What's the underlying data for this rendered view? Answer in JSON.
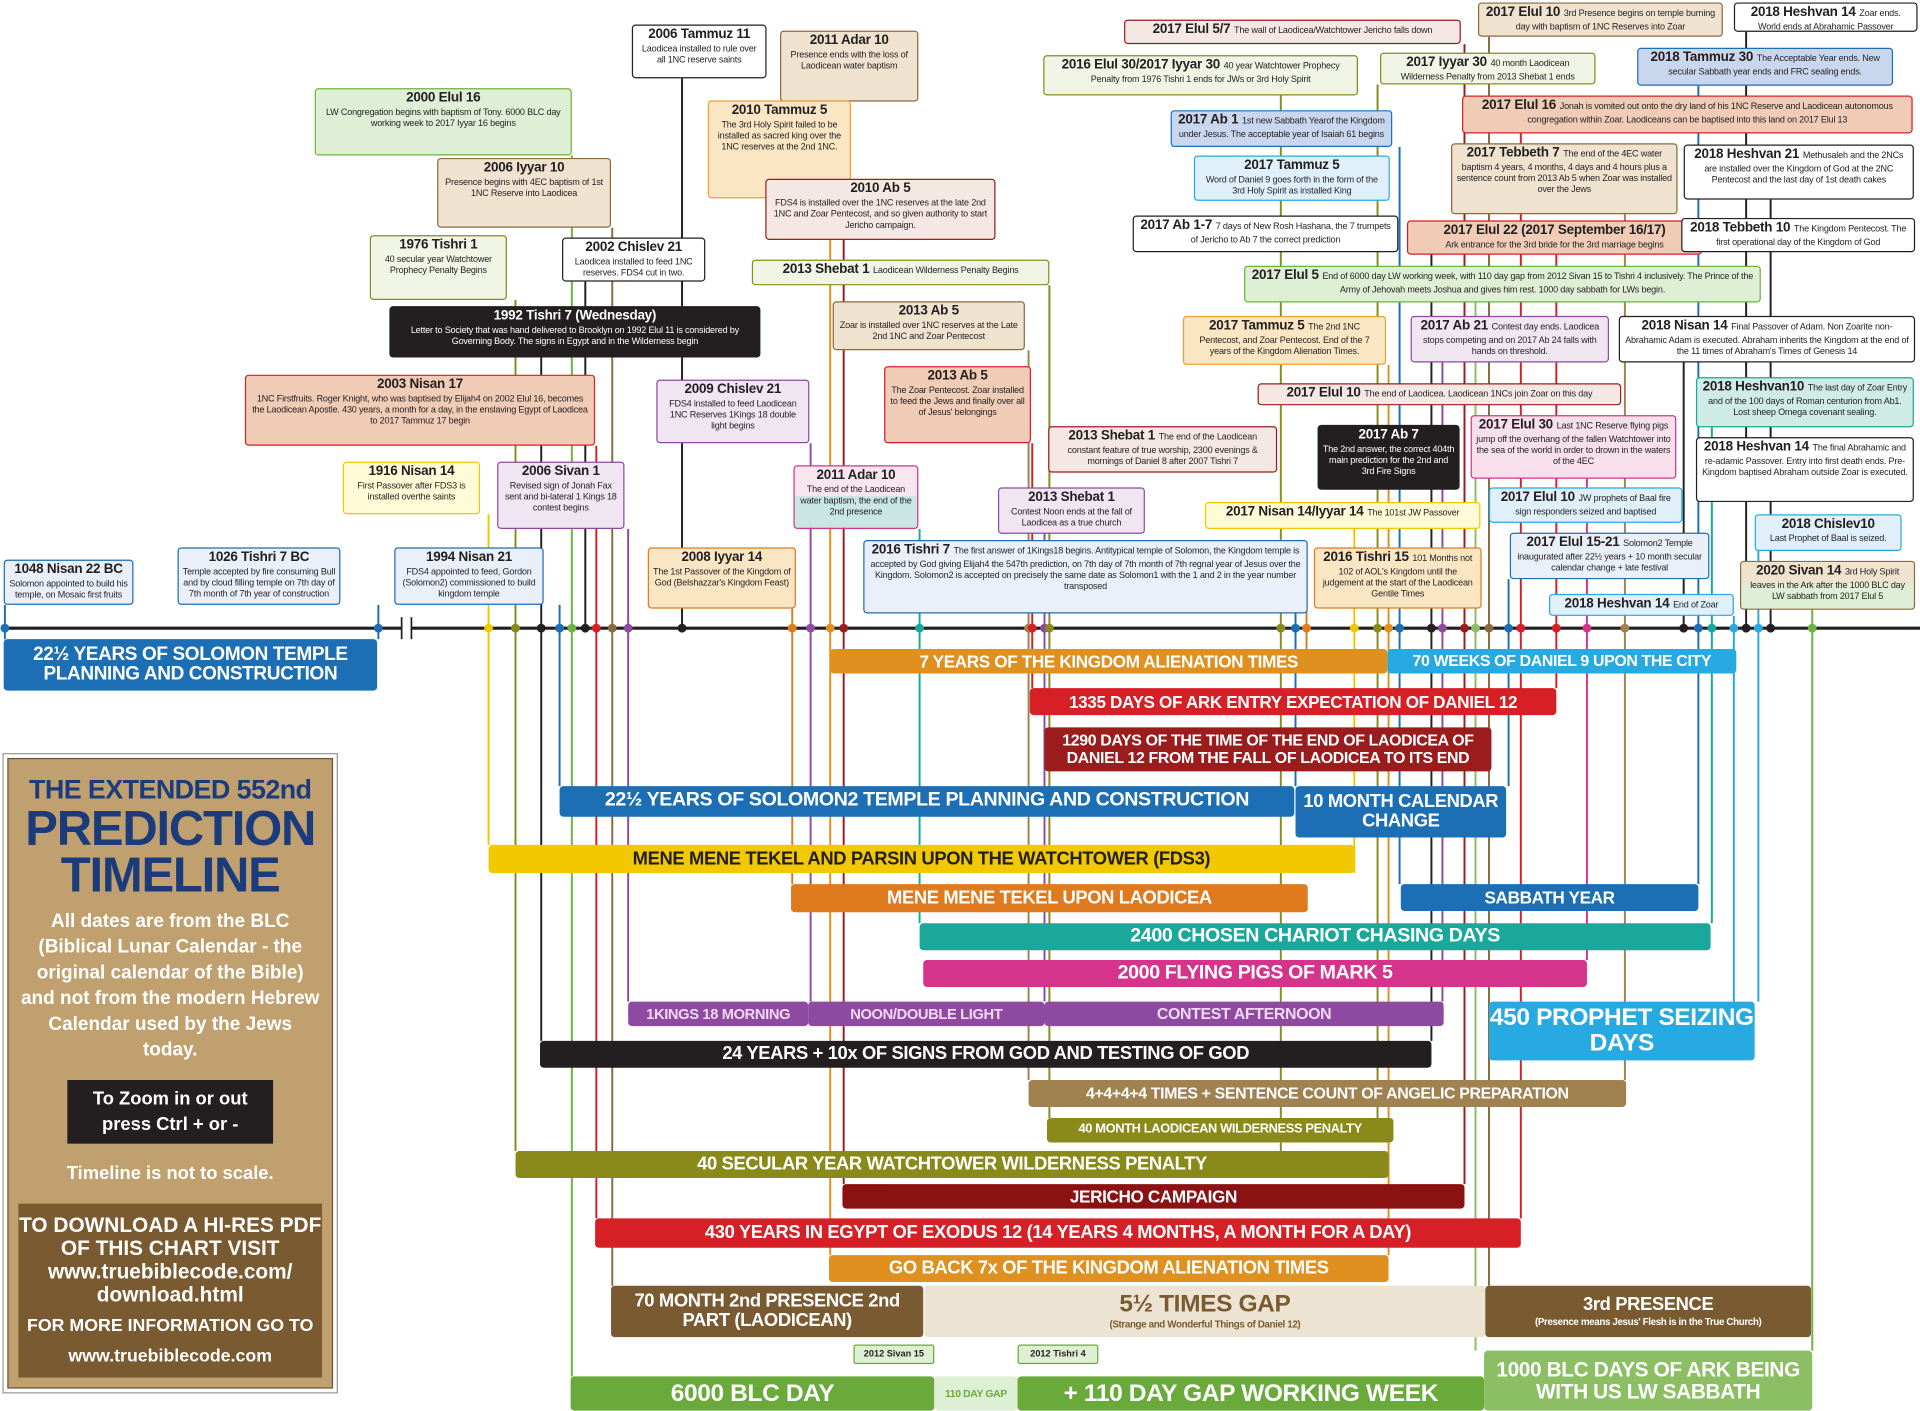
{
  "panel": {
    "title_line1": "THE EXTENDED 552nd",
    "title_line2": "PREDICTION",
    "title_line3": "TIMELINE",
    "note": "All dates are from the BLC (Biblical Lunar Calendar - the original calendar of the Bible) and not from the modern Hebrew Calendar used by the Jews today.",
    "zoom_line1": "To Zoom in or out",
    "zoom_line2": "press Ctrl + or -",
    "scale_note": "Timeline is not to scale.",
    "download_text": "TO DOWNLOAD A HI-RES PDF OF THIS CHART VISIT",
    "download_url": "www.truebiblecode.com/ download.html",
    "info_text": "FOR MORE INFORMATION GO TO",
    "info_url": "www.truebiblecode.com"
  },
  "events": [
    {
      "title": "2006 Tammuz 11",
      "text": "Laodicea installed to rule over all 1NC reserve saints",
      "border": "#231f20",
      "bg": "#ffffff"
    },
    {
      "title": "2011 Adar 10",
      "text": "Presence ends with the loss of Laodicean water baptism",
      "border": "#8b6a3e",
      "bg": "#efe3d0"
    },
    {
      "title": "2000 Elul 16",
      "text": "LW Congregation begins with baptism of Tony. 6000 BLC day working week to 2017 Iyyar 16 begins",
      "border": "#6db33f",
      "bg": "#dfefd5"
    },
    {
      "title": "2010 Tammuz 5",
      "text": "The 3rd Holy Spirit failed to be installed as sacred king over the 1NC reserves at the 2nd 1NC.",
      "border": "#f0a030",
      "bg": "#fbe6c4"
    },
    {
      "title": "2006 Iyyar 10",
      "text": "Presence begins with 4EC baptism of 1st 1NC Reserve into Laodicea",
      "border": "#8b6a3e",
      "bg": "#efe3d0"
    },
    {
      "title": "2010 Ab 5",
      "text": "FDS4 is installed over the 1NC reserves at the late 2nd 1NC and Zoar Pentecost, and so given authority to start Jericho campaign.",
      "border": "#9b1c1c",
      "bg": "#f5e8e4"
    },
    {
      "title": "1976 Tishri 1",
      "text": "40 secular year Watchtower Prophecy Penalty Begins",
      "border": "#8a8a1a",
      "bg": "#f1f5e6"
    },
    {
      "title": "2002 Chislev 21",
      "text": "Laodicea installed to feed 1NC reserves. FDS4 cut in two.",
      "border": "#231f20",
      "bg": "#ffffff"
    },
    {
      "title": "2013 Shebat 1",
      "text": "Laodicean Wilderness Penalty Begins",
      "border": "#8a8a1a",
      "bg": "#f1f5e6"
    },
    {
      "title": "1992 Tishri 7 (Wednesday)",
      "text": "Letter to Society that was hand delivered to Brooklyn on 1992 Elul 11 is considered by Governing Body. The signs in Egypt and in the Wilderness begin",
      "border": "#231f20",
      "bg": "#231f20",
      "fg": "#ffffff"
    },
    {
      "title": "2013 Ab 5",
      "text": "Zoar is installed over 1NC reserves at the Late 2nd 1NC and Zoar Pentecost",
      "border": "#8b6a3e",
      "bg": "#efe3d0"
    },
    {
      "title": "2003 Nisan 17",
      "text": "1NC Firstfruits. Roger Knight, who was baptised by Elijah4 on 2002 Elul 16, becomes the Laodicean Apostle. 430 years, a month for a day, in the enslaving Egypt of Laodicea to 2017 Tammuz 17 begin",
      "border": "#d71f26",
      "bg": "#f0cbb5"
    },
    {
      "title": "2009 Chislev 21",
      "text": "FDS4 installed to feed Laodicean 1NC Reserves 1Kings 18 double light begins",
      "border": "#8e4aa0",
      "bg": "#efe6f2"
    },
    {
      "title": "2013 Ab 5",
      "text": "The Zoar Pentecost. Zoar installed to feed the Jews and finally over all of Jesus' belongings",
      "border": "#d71f26",
      "bg": "#f0cbb5"
    },
    {
      "title": "1916 Nisan 14",
      "text": "First Passover after FDS3 is installed overthe saints",
      "border": "#f0c800",
      "bg": "#fffbd6"
    },
    {
      "title": "2006 Sivan 1",
      "text": "Revised sign of Jonah Fax sent and bi-lateral 1 Kings 18 contest begins",
      "border": "#8e4aa0",
      "bg": "#efe6f2"
    },
    {
      "title": "2011 Adar 10",
      "text": "The end of the Laodicean water baptism, the end of the 2nd presence",
      "border": "#d6338c",
      "bg": "#f7e6ee",
      "bg2": "#c9e6e3"
    },
    {
      "title": "2013 Shebat 1",
      "text": "The end of the Laodicean constant feature of true worship, 2300 evenings & mornings of Daniel 8 after 2007 Tishri 7",
      "border": "#9b1c1c",
      "bg": "#f5e8e4"
    },
    {
      "title": "2013 Shebat 1",
      "text": "Contest Noon ends at the fall of Laodicea as a true church",
      "border": "#8e4aa0",
      "bg": "#efe6f2"
    },
    {
      "title": "2016 Tishri 7",
      "text": "The first answer of 1Kings18 begins. Antitypical temple of Solomon, the Kingdom temple is accepted by God giving Elijah4 the 547th prediction, on 7th day of 7th month of 7th regnal year of Jesus over the Kingdom. Solomon2 is accepted on precisely the same date as Solomon1 with the 1 and 2 in the year number transposed",
      "border": "#1c6fb5",
      "bg": "#eaf0fa"
    },
    {
      "title": "1048 Nisan 22 BC",
      "text": "Solomon appointed to build his temple, on Mosaic first fruits",
      "border": "#1c6fb5",
      "bg": "#eaf0fa"
    },
    {
      "title": "1026 Tishri 7 BC",
      "text": "Temple accepted by fire consuming Bull and by cloud filling temple on 7th day of 7th month of 7th year of construction",
      "border": "#1c6fb5",
      "bg": "#eaf0fa"
    },
    {
      "title": "1994 Nisan 21",
      "text": "FDS4 appointed to feed, Gordon (Solomon2) commissioned to build kingdom temple",
      "border": "#1c6fb5",
      "bg": "#eaf0fa"
    },
    {
      "title": "2008 Iyyar 14",
      "text": "The 1st Passover of the Kingdom of God (Belshazzar's Kingdom Feast)",
      "border": "#e07a1f",
      "bg": "#fbe6c4"
    },
    {
      "title": "2016 Tishri 15",
      "text": "101 Months not 102 of AOL's Kingdom until the judgement at the start of the Laodicean Gentile Times",
      "border": "#e07a1f",
      "bg": "#fbe6c4"
    },
    {
      "title": "2017 Elul 5/7",
      "text": "The wall of Laodicea/Watchtower Jericho falls down",
      "border": "#9b1c1c",
      "bg": "#f5e8e4"
    },
    {
      "title": "2016 Elul 30/2017 Iyyar 30",
      "text": "40 year Watchtower Prophecy Penalty from 1976 Tishri 1 ends for JWs or 3rd Holy Spirit",
      "border": "#8a8a1a",
      "bg": "#f1f5e6"
    },
    {
      "title": "2017 Elul 10",
      "text": "3rd Presence begins on temple burning day with baptism of 1NC Reserves into Zoar",
      "border": "#8b6a3e",
      "bg": "#efe3d0"
    },
    {
      "title": "2018 Heshvan 14",
      "text": "Zoar ends. World ends at Abrahamic Passover",
      "border": "#231f20",
      "bg": "#ffffff"
    },
    {
      "title": "2017 Iyyar 30",
      "text": "40 month Laodicean Wilderness Penalty  from 2013 Shebat 1 ends",
      "border": "#8a8a1a",
      "bg": "#f1f5e6"
    },
    {
      "title": "2018 Tammuz 30",
      "text": "The Acceptable Year ends. New secular Sabbath year ends and FRC sealing ends.",
      "border": "#1c6fb5",
      "bg": "#c9d7ee"
    },
    {
      "title": "2017 Ab 1",
      "text": "1st new Sabbath Yearof the Kingdom under Jesus. The acceptable year of Isaiah 61 begins",
      "border": "#1c6fb5",
      "bg": "#c9d7ee"
    },
    {
      "title": "2017 Elul 16",
      "text": "Jonah is vomited out onto the dry land of his 1NC Reserve and Laodicean autonomous congregation within Zoar.  Laodiceans can be baptised into this land on 2017 Elul 13",
      "border": "#d71f26",
      "bg": "#f0cbb5"
    },
    {
      "title": "2017 Tammuz 5",
      "text": "Word of Daniel 9 goes forth in the form of the 3rd Holy Spirit as installed King",
      "border": "#27aae1",
      "bg": "#dff0fb"
    },
    {
      "title": "2017 Tebbeth 7",
      "text": "The end of the 4EC water baptism 4 years, 4 months, 4 days and 4 hours plus a sentence count from 2013 Ab 5 when Zoar was installed over the Jews",
      "border": "#8b6a3e",
      "bg": "#efe3d0"
    },
    {
      "title": "2018 Heshvan 21",
      "text": "Methusaleh and the 2NCs are installed over the Kingdom of God at the 2NC Pentecost and the last day of 1st death cakes",
      "border": "#231f20",
      "bg": "#ffffff"
    },
    {
      "title": "2017 Ab 1-7",
      "text": "7 days of New Rosh Hashana, the 7 trumpets of Jericho to Ab 7 the correct prediction",
      "border": "#231f20",
      "bg": "#ffffff"
    },
    {
      "title": "2017 Elul 22 (2017 September 16/17)",
      "text": "Ark entrance for the 3rd bride for the 3rd marriage begins",
      "border": "#d71f26",
      "bg": "#f0cbb5"
    },
    {
      "title": "2018 Tebbeth 10",
      "text": "The Kingdom Pentecost. The first operational day of the Kingdom of God",
      "border": "#231f20",
      "bg": "#ffffff"
    },
    {
      "title": "2017 Elul 5",
      "text": "End of 6000 day LW working week, with 110 day gap from 2012 Sivan 15 to Tishri 4 inclusively. The Prince of the Army of Jehovah meets Joshua and gives him rest. 1000 day sabbath for LWs begin.",
      "border": "#6db33f",
      "bg": "#dfefd5"
    },
    {
      "title": "2017 Tammuz 5",
      "text": "The 2nd 1NC Pentecost, and Zoar Pentecost. End of the 7 years of the Kingdom Alienation Times.",
      "border": "#f0a030",
      "bg": "#fbe6c4"
    },
    {
      "title": "2017 Ab 21",
      "text": "Contest day ends. Laodicea stops competing and on 2017 Ab 24 falls with hands on threshold.",
      "border": "#8e4aa0",
      "bg": "#efe6f2"
    },
    {
      "title": "2018 Nisan 14",
      "text": "Final Passover of Adam. Non Zoarite non-Abrahamic Adam is executed. Abraham inherits the Kingdom at the end of the 11 times of Abraham's Times of Genesis 14",
      "border": "#231f20",
      "bg": "#ffffff"
    },
    {
      "title": "2017 Elul 10",
      "text": "The end of Laodicea. Laodicean 1NCs join Zoar on this day",
      "border": "#9b1c1c",
      "bg": "#f5e8e4"
    },
    {
      "title": "2018 Heshvan10",
      "text": "The last day of Zoar Entry and of the 100 days of Roman centurion from Ab1. Lost sheep Omega covenant sealing.",
      "border": "#1aa89a",
      "bg": "#cfebe6"
    },
    {
      "title": "2017 Ab 7",
      "text": "The 2nd answer, the correct 404th  main prediction for the 2nd and 3rd Fire Signs",
      "border": "#231f20",
      "bg": "#231f20",
      "fg": "#ffffff"
    },
    {
      "title": "2017 Elul 30",
      "text": "Last 1NC Reserve flying pigs jump off the overhang of the fallen Watchtower into the sea of the world in order to drown in the waters of the 4EC",
      "border": "#d6338c",
      "bg": "#f7e0ec"
    },
    {
      "title": "2018 Heshvan 14",
      "text": "The final Abrahamic and re-adamic Passover.  Entry into first death ends. Pre-Kingdom baptised Abraham outside Zoar is executed.",
      "border": "#231f20",
      "bg": "#ffffff"
    },
    {
      "title": "2017 Nisan 14/Iyyar 14",
      "text": "The 101st JW Passover",
      "border": "#f0c800",
      "bg": "#fffbd6"
    },
    {
      "title": "2017 Elul 10",
      "text": "JW prophets of Baal fire sign responders seized and baptised",
      "border": "#27aae1",
      "bg": "#dff0fb"
    },
    {
      "title": "2018 Chislev10",
      "text": "Last Prophet of Baal is seized.",
      "border": "#27aae1",
      "bg": "#dff0fb"
    },
    {
      "title": "2017 Elul 15-21",
      "text": "Solomon2 Temple inaugurated after 22½ years + 10 month secular calendar change + late festival",
      "border": "#1c6fb5",
      "bg": "#eaf0fa"
    },
    {
      "title": "2020 Sivan 14",
      "text": "3rd Holy Spirit leaves in the Ark after the 1000 BLC day LW sabbath from 2017 Elul 5",
      "border": "#8b6a3e",
      "bg": "#efe3d0",
      "bg2": "#dfefd5"
    },
    {
      "title": "2018 Heshvan 14",
      "text": "End of Zoar",
      "border": "#27aae1",
      "bg": "#dff0fb"
    }
  ],
  "periods": [
    {
      "label": "22½ YEARS OF SOLOMON TEMPLE PLANNING AND CONSTRUCTION",
      "color": "#1c6fb5"
    },
    {
      "label": "7 YEARS OF THE KINGDOM ALIENATION TIMES",
      "color": "#e0901f"
    },
    {
      "label": "70 WEEKS OF DANIEL 9 UPON THE CITY",
      "color": "#27aae1"
    },
    {
      "label": "1335 DAYS OF ARK ENTRY EXPECTATION OF DANIEL 12",
      "color": "#d71f26"
    },
    {
      "label": "1290 DAYS OF THE TIME OF THE END OF LAODICEA OF DANIEL 12 FROM THE FALL OF LAODICEA TO ITS END",
      "color": "#9b1c1c"
    },
    {
      "label": "22½ YEARS OF SOLOMON2 TEMPLE PLANNING AND CONSTRUCTION",
      "color": "#1c6fb5"
    },
    {
      "label": "10 MONTH CALENDAR CHANGE",
      "color": "#1c6fb5"
    },
    {
      "label": "MENE MENE TEKEL AND PARSIN UPON THE WATCHTOWER (FDS3)",
      "color": "#f2c800",
      "fg": "#231f20"
    },
    {
      "label": "MENE MENE TEKEL UPON LAODICEA",
      "color": "#e07a1f"
    },
    {
      "label": "SABBATH YEAR",
      "color": "#1c6fb5"
    },
    {
      "label": "2400 CHOSEN CHARIOT CHASING DAYS",
      "color": "#1aa89a"
    },
    {
      "label": "2000 FLYING PIGS OF MARK 5",
      "color": "#d6338c"
    },
    {
      "label": "1KINGS 18 MORNING",
      "color": "#8e4aa0",
      "fg": "#f3d9f7"
    },
    {
      "label": "NOON/DOUBLE LIGHT",
      "color": "#8e4aa0",
      "fg": "#f3d9f7"
    },
    {
      "label": "CONTEST AFTERNOON",
      "color": "#8e4aa0",
      "fg": "#f3d9f7"
    },
    {
      "label": "450 PROPHET SEIZING DAYS",
      "color": "#27aae1"
    },
    {
      "label": "24 YEARS + 10x OF SIGNS FROM GOD AND TESTING OF GOD",
      "color": "#231f20"
    },
    {
      "label": "4+4+4+4 TIMES + SENTENCE COUNT OF ANGELIC PREPARATION",
      "color": "#a08150"
    },
    {
      "label": "40 MONTH LAODICEAN  WILDERNESS PENALTY",
      "color": "#8a8a1a"
    },
    {
      "label": "40 SECULAR YEAR WATCHTOWER WILDERNESS PENALTY",
      "color": "#8a8a1a"
    },
    {
      "label": "JERICHO CAMPAIGN",
      "color": "#8b1212"
    },
    {
      "label": "430 YEARS IN EGYPT OF EXODUS 12 (14 YEARS 4 MONTHS, A MONTH FOR A DAY)",
      "color": "#d71f26"
    },
    {
      "label": "GO BACK 7x OF THE KINGDOM ALIENATION TIMES",
      "color": "#e0901f"
    },
    {
      "label": "70 MONTH 2nd PRESENCE 2nd PART (LAODICEAN)",
      "color": "#7a5a30"
    },
    {
      "label": "5½ TIMES GAP",
      "sub": "(Strange and Wonderful Things of Daniel 12)",
      "color": "#ede3d3",
      "fg": "#7a5a30"
    },
    {
      "label": "3rd PRESENCE",
      "sub": "(Presence means Jesus' Flesh is in the True Church)",
      "color": "#7a5a30"
    },
    {
      "label": "6000 BLC DAY",
      "color": "#6aaa3a"
    },
    {
      "label": "110 DAY GAP",
      "color": "#dfefd5",
      "fg": "#6aaa3a"
    },
    {
      "label": "+ 110 DAY GAP WORKING WEEK",
      "color": "#6aaa3a"
    },
    {
      "label": "1000 BLC DAYS OF ARK BEING WITH US LW SABBATH",
      "color": "#8cbf63"
    }
  ],
  "tags": [
    "2012 Sivan 15",
    "2012 Tishri 4"
  ]
}
